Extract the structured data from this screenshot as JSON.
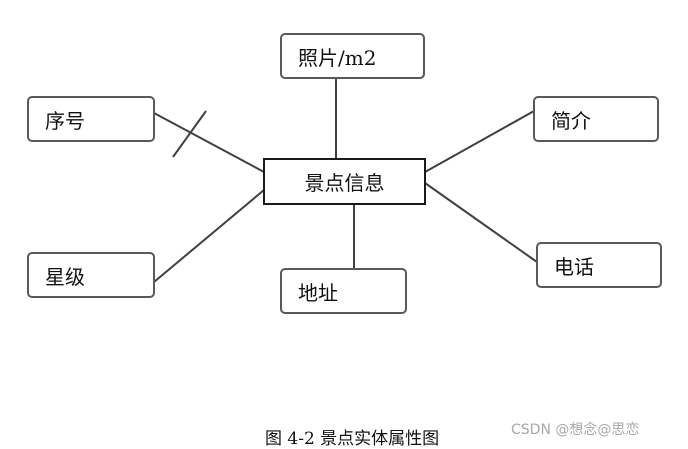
{
  "entity": {
    "label": "景点信息"
  },
  "attributes": {
    "photo": "照片/m2",
    "serial": "序号",
    "star": "星级",
    "address": "地址",
    "intro": "简介",
    "phone": "电话"
  },
  "caption": "图  4-2 景点实体属性图",
  "watermark": "CSDN @想念@思恋",
  "colors": {
    "line": "#404040",
    "box_border": "#595959",
    "text": "#111111",
    "watermark": "#a8a8a8"
  }
}
